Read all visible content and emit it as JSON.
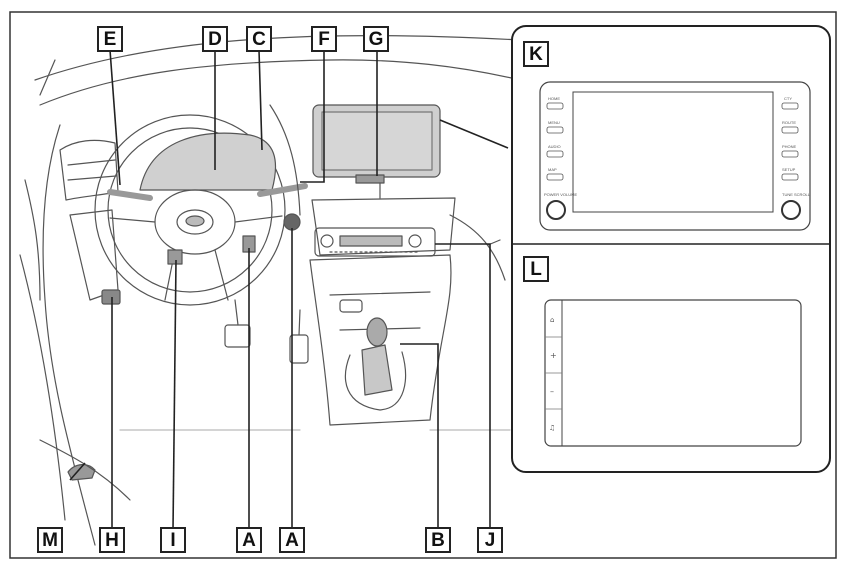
{
  "callouts": {
    "top": [
      "E",
      "D",
      "C",
      "F",
      "G"
    ],
    "bottom": [
      "M",
      "H",
      "I",
      "A",
      "A",
      "B",
      "J"
    ],
    "inset_upper": "K",
    "inset_lower": "L"
  },
  "display_k": {
    "left_buttons": [
      "HOME",
      "MENU",
      "AUDIO",
      "MAP",
      "POWER VOLUME"
    ],
    "right_buttons": [
      "CTY",
      "ROUTE",
      "PHONE",
      "SETUP",
      "TUNE SCROLL"
    ]
  },
  "display_l": {
    "side_buttons": [
      "⌂",
      "+",
      "–",
      "♫"
    ]
  }
}
